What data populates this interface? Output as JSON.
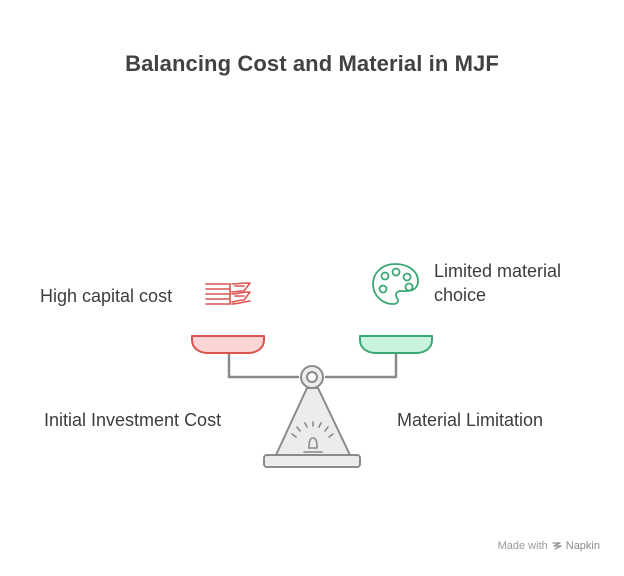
{
  "title": "Balancing Cost and Material in MJF",
  "left": {
    "top_label": "High capital cost",
    "bottom_label": "Initial Investment Cost",
    "icon": "money-stack-icon",
    "color": "#d9534f",
    "pan_fill": "#fbd5d3"
  },
  "right": {
    "top_label": "Limited material choice",
    "bottom_label": "Material Limitation",
    "icon": "palette-icon",
    "color": "#3aa874",
    "pan_fill": "#c8f3dc"
  },
  "watermark": {
    "prefix": "Made with",
    "brand": "Napkin"
  }
}
